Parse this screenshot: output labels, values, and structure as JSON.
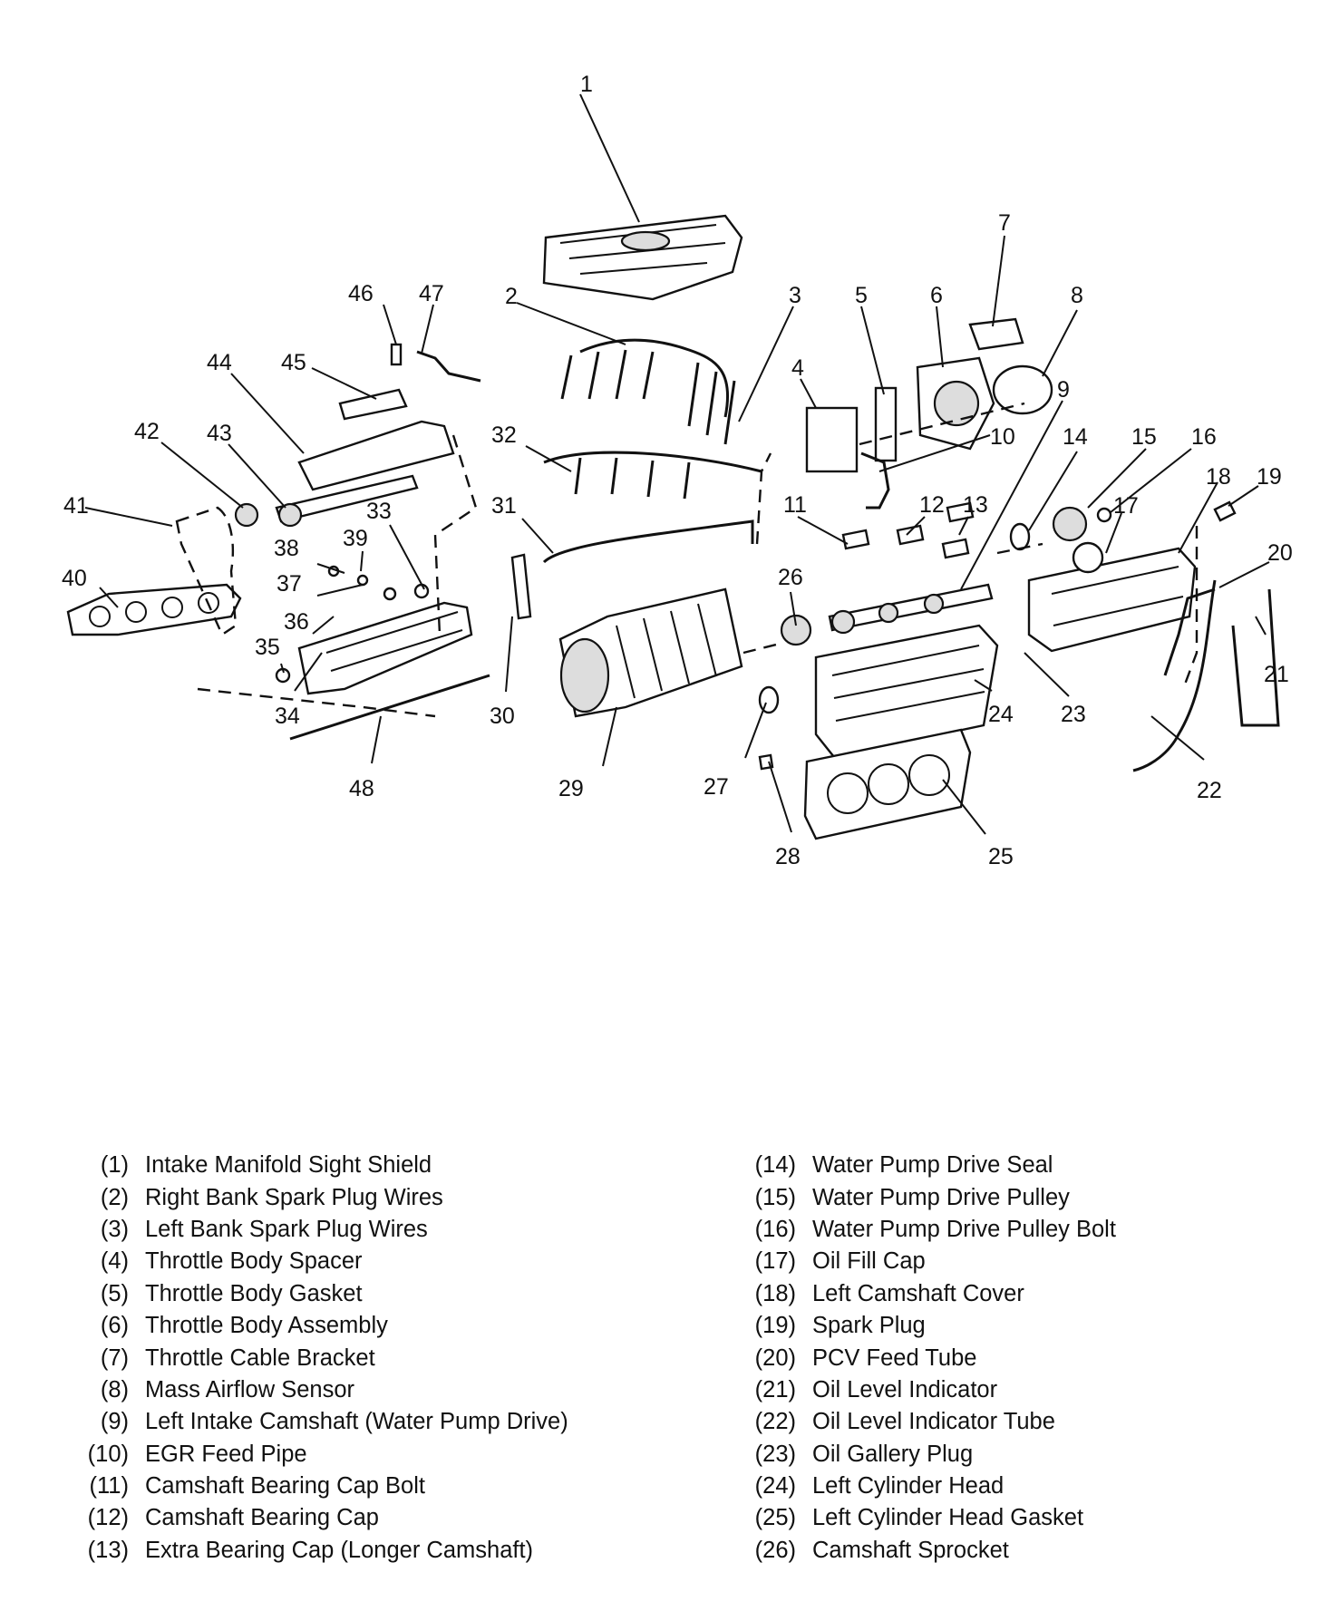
{
  "callouts": [
    "1",
    "2",
    "3",
    "4",
    "5",
    "6",
    "7",
    "8",
    "9",
    "10",
    "11",
    "12",
    "13",
    "14",
    "15",
    "16",
    "17",
    "18",
    "19",
    "20",
    "21",
    "22",
    "23",
    "24",
    "25",
    "26",
    "27",
    "28",
    "29",
    "30",
    "31",
    "32",
    "33",
    "34",
    "35",
    "36",
    "37",
    "38",
    "39",
    "40",
    "41",
    "42",
    "43",
    "44",
    "45",
    "46",
    "47",
    "48"
  ],
  "legend_left": [
    {
      "num": "(1)",
      "label": "Intake Manifold Sight Shield"
    },
    {
      "num": "(2)",
      "label": "Right Bank Spark Plug Wires"
    },
    {
      "num": "(3)",
      "label": "Left Bank Spark Plug Wires"
    },
    {
      "num": "(4)",
      "label": "Throttle Body Spacer"
    },
    {
      "num": "(5)",
      "label": "Throttle Body Gasket"
    },
    {
      "num": "(6)",
      "label": "Throttle Body Assembly"
    },
    {
      "num": "(7)",
      "label": "Throttle Cable Bracket"
    },
    {
      "num": "(8)",
      "label": "Mass Airflow Sensor"
    },
    {
      "num": "(9)",
      "label": "Left Intake Camshaft (Water Pump Drive)"
    },
    {
      "num": "(10)",
      "label": "EGR Feed Pipe"
    },
    {
      "num": "(11)",
      "label": "Camshaft Bearing Cap Bolt"
    },
    {
      "num": "(12)",
      "label": "Camshaft Bearing Cap"
    },
    {
      "num": "(13)",
      "label": "Extra Bearing Cap (Longer Camshaft)"
    }
  ],
  "legend_right": [
    {
      "num": "(14)",
      "label": "Water Pump Drive Seal"
    },
    {
      "num": "(15)",
      "label": "Water Pump Drive Pulley"
    },
    {
      "num": "(16)",
      "label": "Water Pump Drive Pulley Bolt"
    },
    {
      "num": "(17)",
      "label": "Oil Fill Cap"
    },
    {
      "num": "(18)",
      "label": "Left Camshaft Cover"
    },
    {
      "num": "(19)",
      "label": "Spark Plug"
    },
    {
      "num": "(20)",
      "label": "PCV Feed Tube"
    },
    {
      "num": "(21)",
      "label": "Oil Level Indicator"
    },
    {
      "num": "(22)",
      "label": "Oil Level Indicator Tube"
    },
    {
      "num": "(23)",
      "label": "Oil Gallery Plug"
    },
    {
      "num": "(24)",
      "label": "Left Cylinder Head"
    },
    {
      "num": "(25)",
      "label": "Left Cylinder Head Gasket"
    },
    {
      "num": "(26)",
      "label": "Camshaft Sprocket"
    }
  ]
}
